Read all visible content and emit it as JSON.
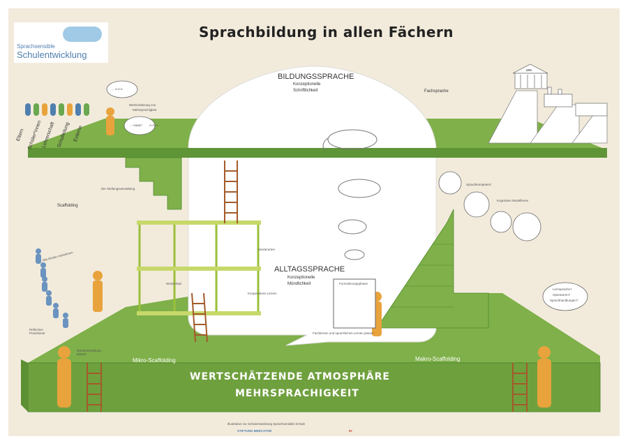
{
  "logo": {
    "line1": "Sprachsensible",
    "line2": "Schulentwicklung"
  },
  "title": "Sprachbildung in allen Fächern",
  "top": {
    "heading": "BILDUNGSSPRACHE",
    "subtitle_lines": [
      "Konzeptionelle",
      "Schriftlichkeit"
    ],
    "fachsprache": "Fachsprache",
    "uni": "UNI",
    "stakeholders": [
      "Eltern",
      "Schüler*innen",
      "Lehrerschaft",
      "Schulleitung",
      "Externe"
    ],
    "wertschaetzung_lines": [
      "Wertschätzung von",
      "Mehrsprachigkeit"
    ],
    "bubble_dots": "... o-o-o",
    "bubble_aaa": "... Aaaa?",
    "bubble_hi": "A-A-A-"
  },
  "middle": {
    "heading": "ALLTAGSSPRACHE",
    "subtitle_lines": [
      "Konzeptionelle",
      "Mündlichkeit"
    ],
    "scaffolding": "Scaffolding",
    "stellungsverwaltung": "Die Stellungsverwaltung",
    "musterarten": "Musterarten",
    "wortschatz": "Wortschatz",
    "kooperatives_lernen": "Kooperatives Lernen",
    "alle_kinder": "Alle Kinder mitnehmen",
    "sprachkompetenz": "Sprachkompetenz",
    "kognitives_modellieren": "Kognitives Modellieren",
    "fachlernen": "Fachlernen und sprachliches Lernen planen",
    "formulierung": "Formulierungsphase",
    "lernsprache_lines": [
      "Lernsprache?",
      "Operatoren?",
      "Sprachhandlungen?"
    ]
  },
  "bottom": {
    "reflective": "Reflective Practitioner",
    "schulentwicklung": "Schulentwicklung planen",
    "mikro": "Mikro-Scaffolding",
    "makro": "Makro-Scaffolding",
    "banner1": "WERTSCHÄTZENDE ATMOSPHÄRE",
    "banner2": "MEHRSPRACHIGKEIT"
  },
  "footer": {
    "credit": "Illustration zur Schulentwicklung Sprachsensible Schule",
    "logos": [
      "STIFTUNG MERCATOR",
      "KI"
    ]
  },
  "colors": {
    "background": "#f2ebdc",
    "green": "#7fb04a",
    "green_dark": "#4e8a2e",
    "orange": "#e8a33c",
    "blue": "#4f7fae"
  }
}
